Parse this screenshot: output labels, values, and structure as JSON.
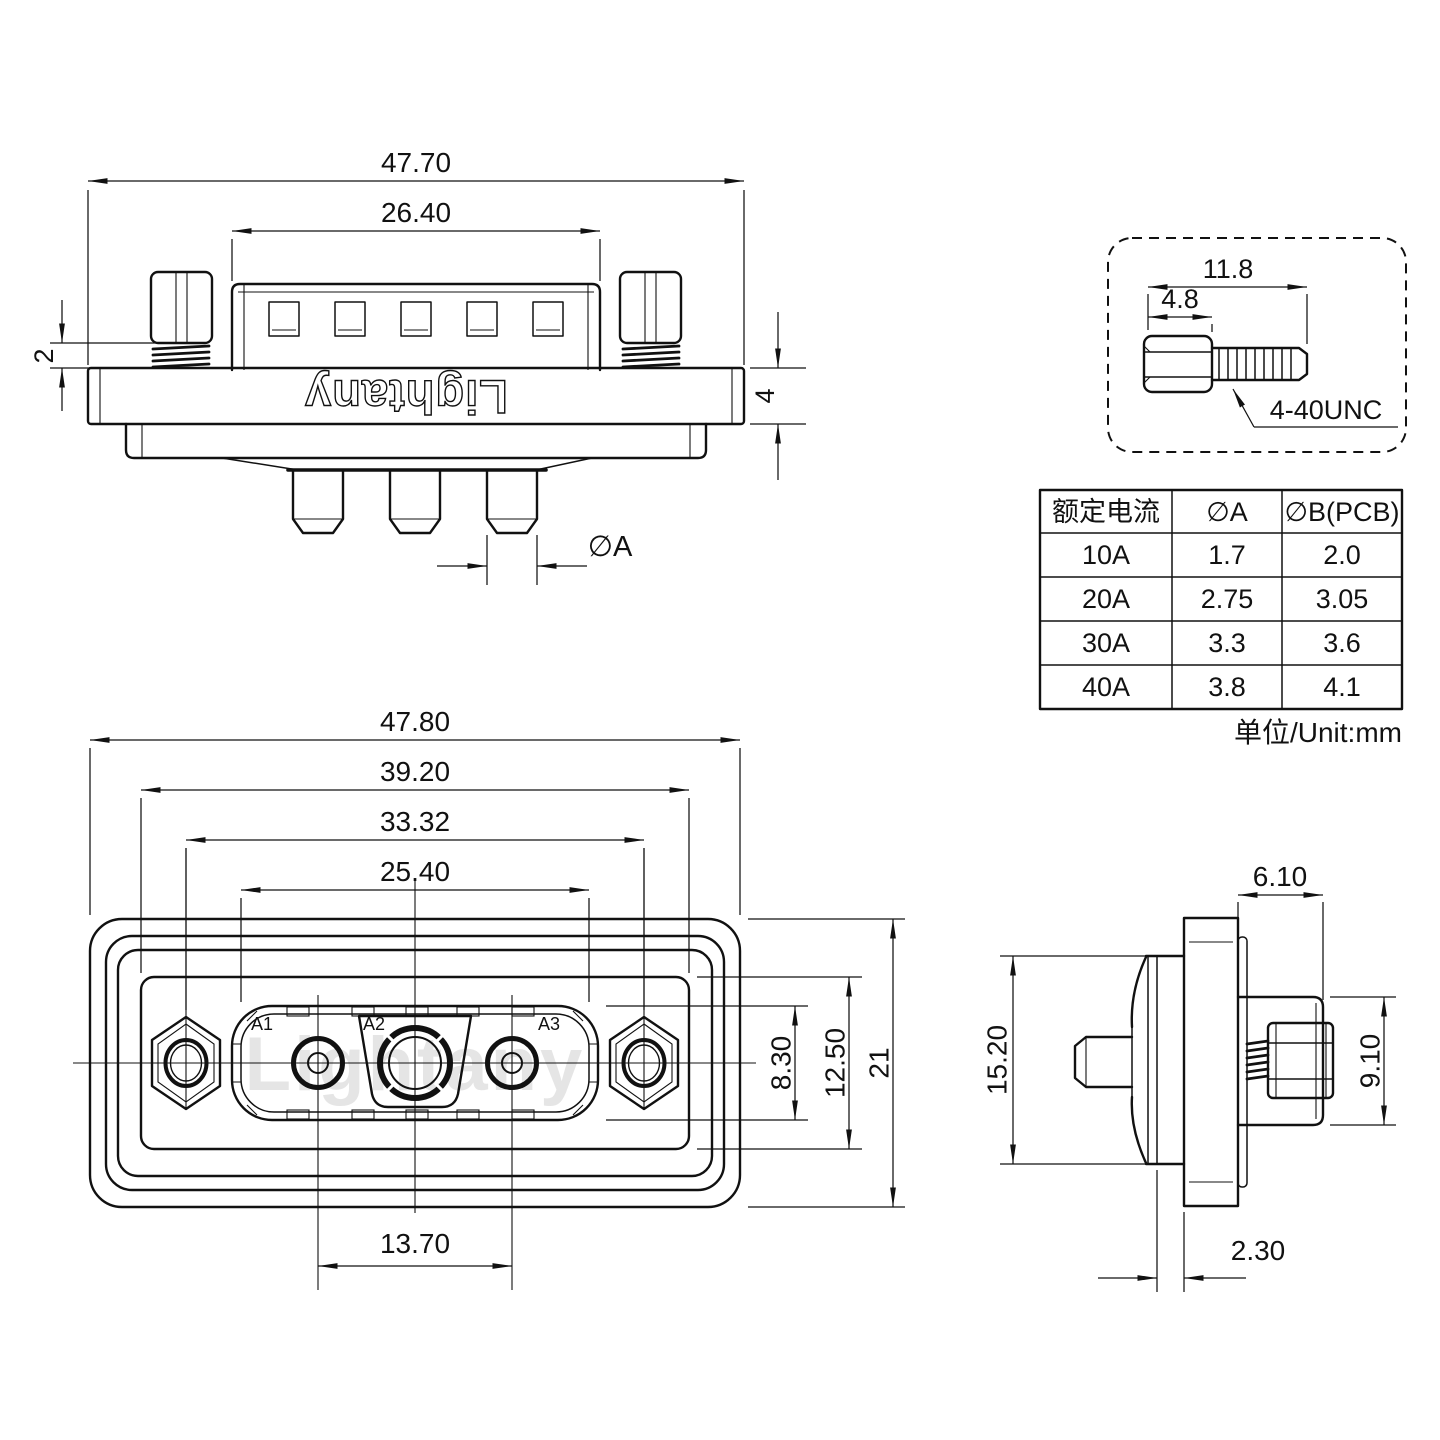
{
  "brand": {
    "logo_text": "Lightany",
    "watermark_text": "Lightany"
  },
  "top_view": {
    "dim_overall_width": "47.70",
    "dim_insert_width": "26.40",
    "dim_standoff_gap": "2",
    "dim_flange_thickness": "4",
    "dim_pin_diameter": "∅A"
  },
  "screw_detail": {
    "dim_total_length": "11.8",
    "dim_head_length": "4.8",
    "thread_spec": "4-40UNC"
  },
  "spec_table": {
    "headers": [
      "额定电流",
      "∅A",
      "∅B(PCB)"
    ],
    "rows": [
      [
        "10A",
        "1.7",
        "2.0"
      ],
      [
        "20A",
        "2.75",
        "3.05"
      ],
      [
        "30A",
        "3.3",
        "3.6"
      ],
      [
        "40A",
        "3.8",
        "4.1"
      ]
    ],
    "unit_note": "单位/Unit:mm"
  },
  "front_view": {
    "dim_overall_width": "47.80",
    "dim_panel_width": "39.20",
    "dim_screw_spacing": "33.32",
    "dim_shell_width": "25.40",
    "dim_shell_height": "8.30",
    "dim_panel_height": "12.50",
    "dim_overall_height": "21",
    "dim_contact_spacing": "13.70",
    "contacts": [
      "A1",
      "A2",
      "A3"
    ]
  },
  "side_view": {
    "dim_body_depth": "6.10",
    "dim_boot_height": "15.20",
    "dim_shell_height": "9.10",
    "dim_disc_thickness": "2.30"
  }
}
